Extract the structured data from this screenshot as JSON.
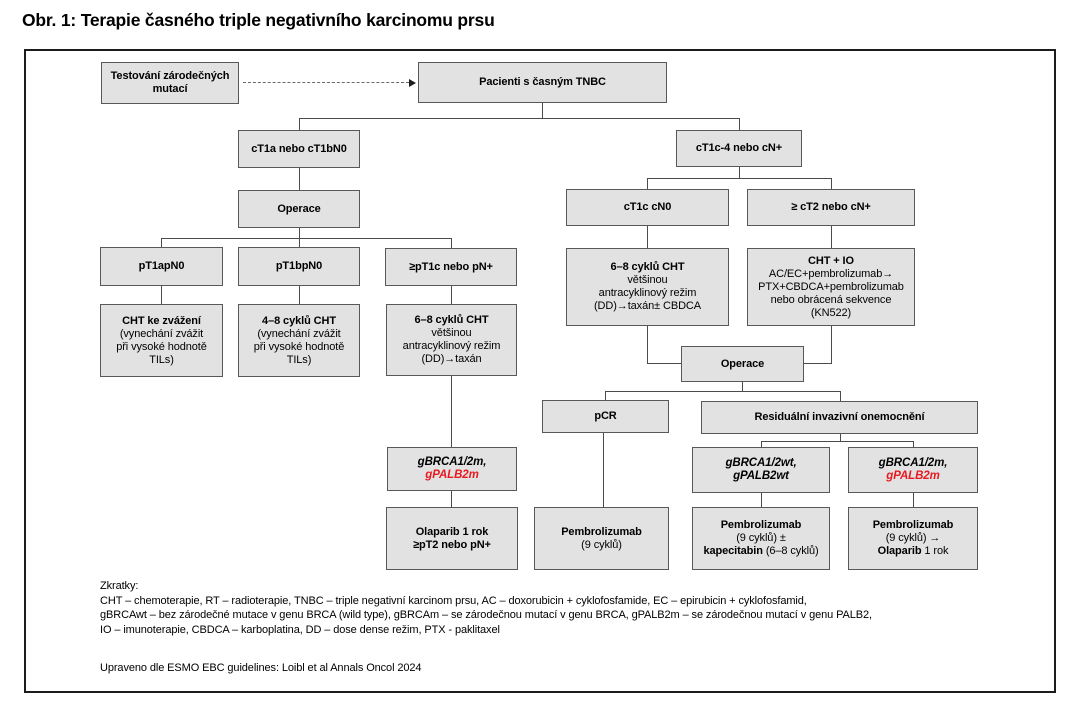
{
  "title": "Obr. 1: Terapie časného triple negativního karcinomu prsu",
  "colors": {
    "box_fill": "#e2e2e2",
    "box_border": "#58585a",
    "connector": "#4b4b4d",
    "accent_red": "#e8191f"
  },
  "nodes": {
    "testing": {
      "l1": "Testování zárodečných mutací"
    },
    "patients": {
      "l1": "Pacienti s časným TNBC"
    },
    "ct1a": {
      "l1": "cT1a nebo cT1bN0"
    },
    "ct1c4": {
      "l1": "cT1c-4 nebo cN+"
    },
    "operace_left": {
      "l1": "Operace"
    },
    "ct1c_cn0": {
      "l1": "cT1c cN0"
    },
    "ct2": {
      "l1": "≥ cT2 nebo cN+"
    },
    "pt1a": {
      "l1": "pT1apN0"
    },
    "pt1b": {
      "l1": "pT1bpN0"
    },
    "pt1c": {
      "l1": "≥pT1c nebo pN+"
    },
    "cht_zvazeni": {
      "l1": "CHT ke zvážení",
      "l2": "(vynechání zvážit",
      "l3": "při vysoké hodnotě",
      "l4": "TILs)"
    },
    "cht48": {
      "l1": "4–8 cyklů CHT",
      "l2": "(vynechání zvážit",
      "l3": "při vysoké hodnotě",
      "l4": "TILs)"
    },
    "cht68_left": {
      "l1": "6–8 cyklů CHT",
      "l2": "většinou",
      "l3": "antracyklinový režim",
      "l4": "(DD)→taxán"
    },
    "cht68_right": {
      "l1": "6–8 cyklů CHT",
      "l2": "většinou",
      "l3": "antracyklinový režim",
      "l4": "(DD)→taxán± CBDCA"
    },
    "chtio": {
      "l1": "CHT + IO",
      "l2": "AC/EC+pembrolizumab→",
      "l3": "PTX+CBDCA+pembrolizumab",
      "l4": "nebo obrácená sekvence",
      "l5": "(KN522)"
    },
    "operace_right": {
      "l1": "Operace"
    },
    "pcr": {
      "l1": "pCR"
    },
    "residual": {
      "l1": "Residuální invazivní onemocnění"
    },
    "gbrca_left": {
      "l1": "gBRCA1/2m,",
      "l2": "gPALB2m"
    },
    "gbrca_wt": {
      "l1": "gBRCA1/2wt,",
      "l2": "gPALB2wt"
    },
    "gbrca_m": {
      "l1": "gBRCA1/2m,",
      "l2": "gPALB2m"
    },
    "olaparib": {
      "l1": "Olaparib 1 rok",
      "l2": "≥pT2 nebo pN+"
    },
    "pembro_pcr": {
      "l1": "Pembrolizumab",
      "l2": "(9 cyklů)"
    },
    "pembro_cape": {
      "l1": "Pembrolizumab",
      "l2": "(9 cyklů) ±",
      "l3a": "kapecitabin",
      "l3b": " (6–8 cyklů)"
    },
    "pembro_ola": {
      "l1": "Pembrolizumab",
      "l2": "(9 cyklů) →",
      "l3a": "Olaparib",
      "l3b": " 1 rok"
    }
  },
  "legend": {
    "heading": "Zkratky:",
    "line1": "CHT – chemoterapie, RT – radioterapie, TNBC – triple negativní karcinom prsu, AC – doxorubicin + cyklofosfamide, EC – epirubicin + cyklofosfamid,",
    "line2": "gBRCAwt – bez zárodečné mutace v genu BRCA (wild type), gBRCAm – se zárodečnou mutací v genu BRCA, gPALB2m – se zárodečnou mutací v genu PALB2,",
    "line3": "IO – imunoterapie, CBDCA – karboplatina, DD – dose dense režim, PTX - paklitaxel",
    "source": "Upraveno dle ESMO EBC guidelines: Loibl et al Annals Oncol 2024"
  }
}
